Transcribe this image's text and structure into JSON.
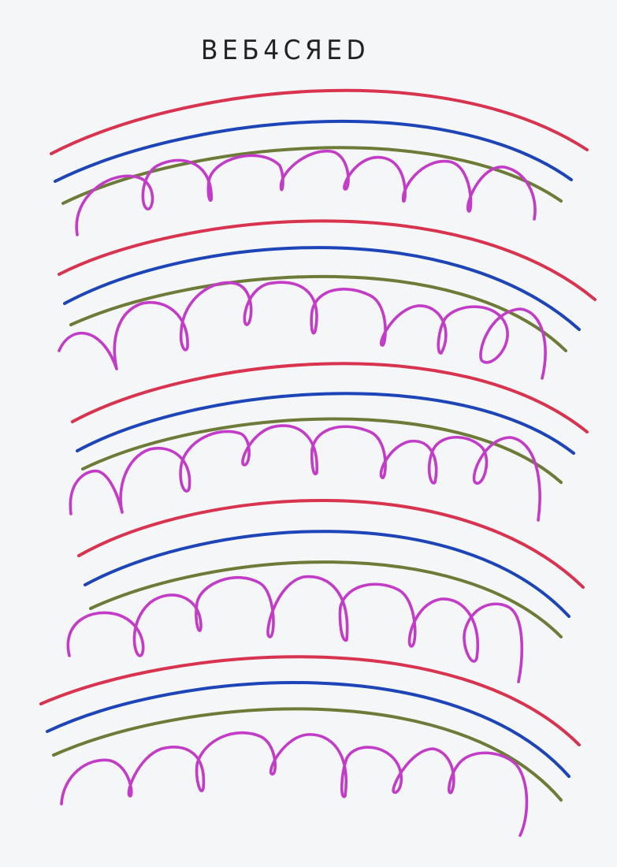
{
  "page": {
    "title": "ВЕБ4СЯЕD"
  },
  "colors": {
    "red": "#d8334f",
    "blue": "#1d45b8",
    "olive": "#6e7a38",
    "magenta": "#c23cc8"
  },
  "worksheet": {
    "groups": 5,
    "lines_per_group": [
      "red",
      "blue",
      "olive"
    ],
    "loops_per_row": [
      7,
      8,
      8,
      7,
      7
    ]
  }
}
